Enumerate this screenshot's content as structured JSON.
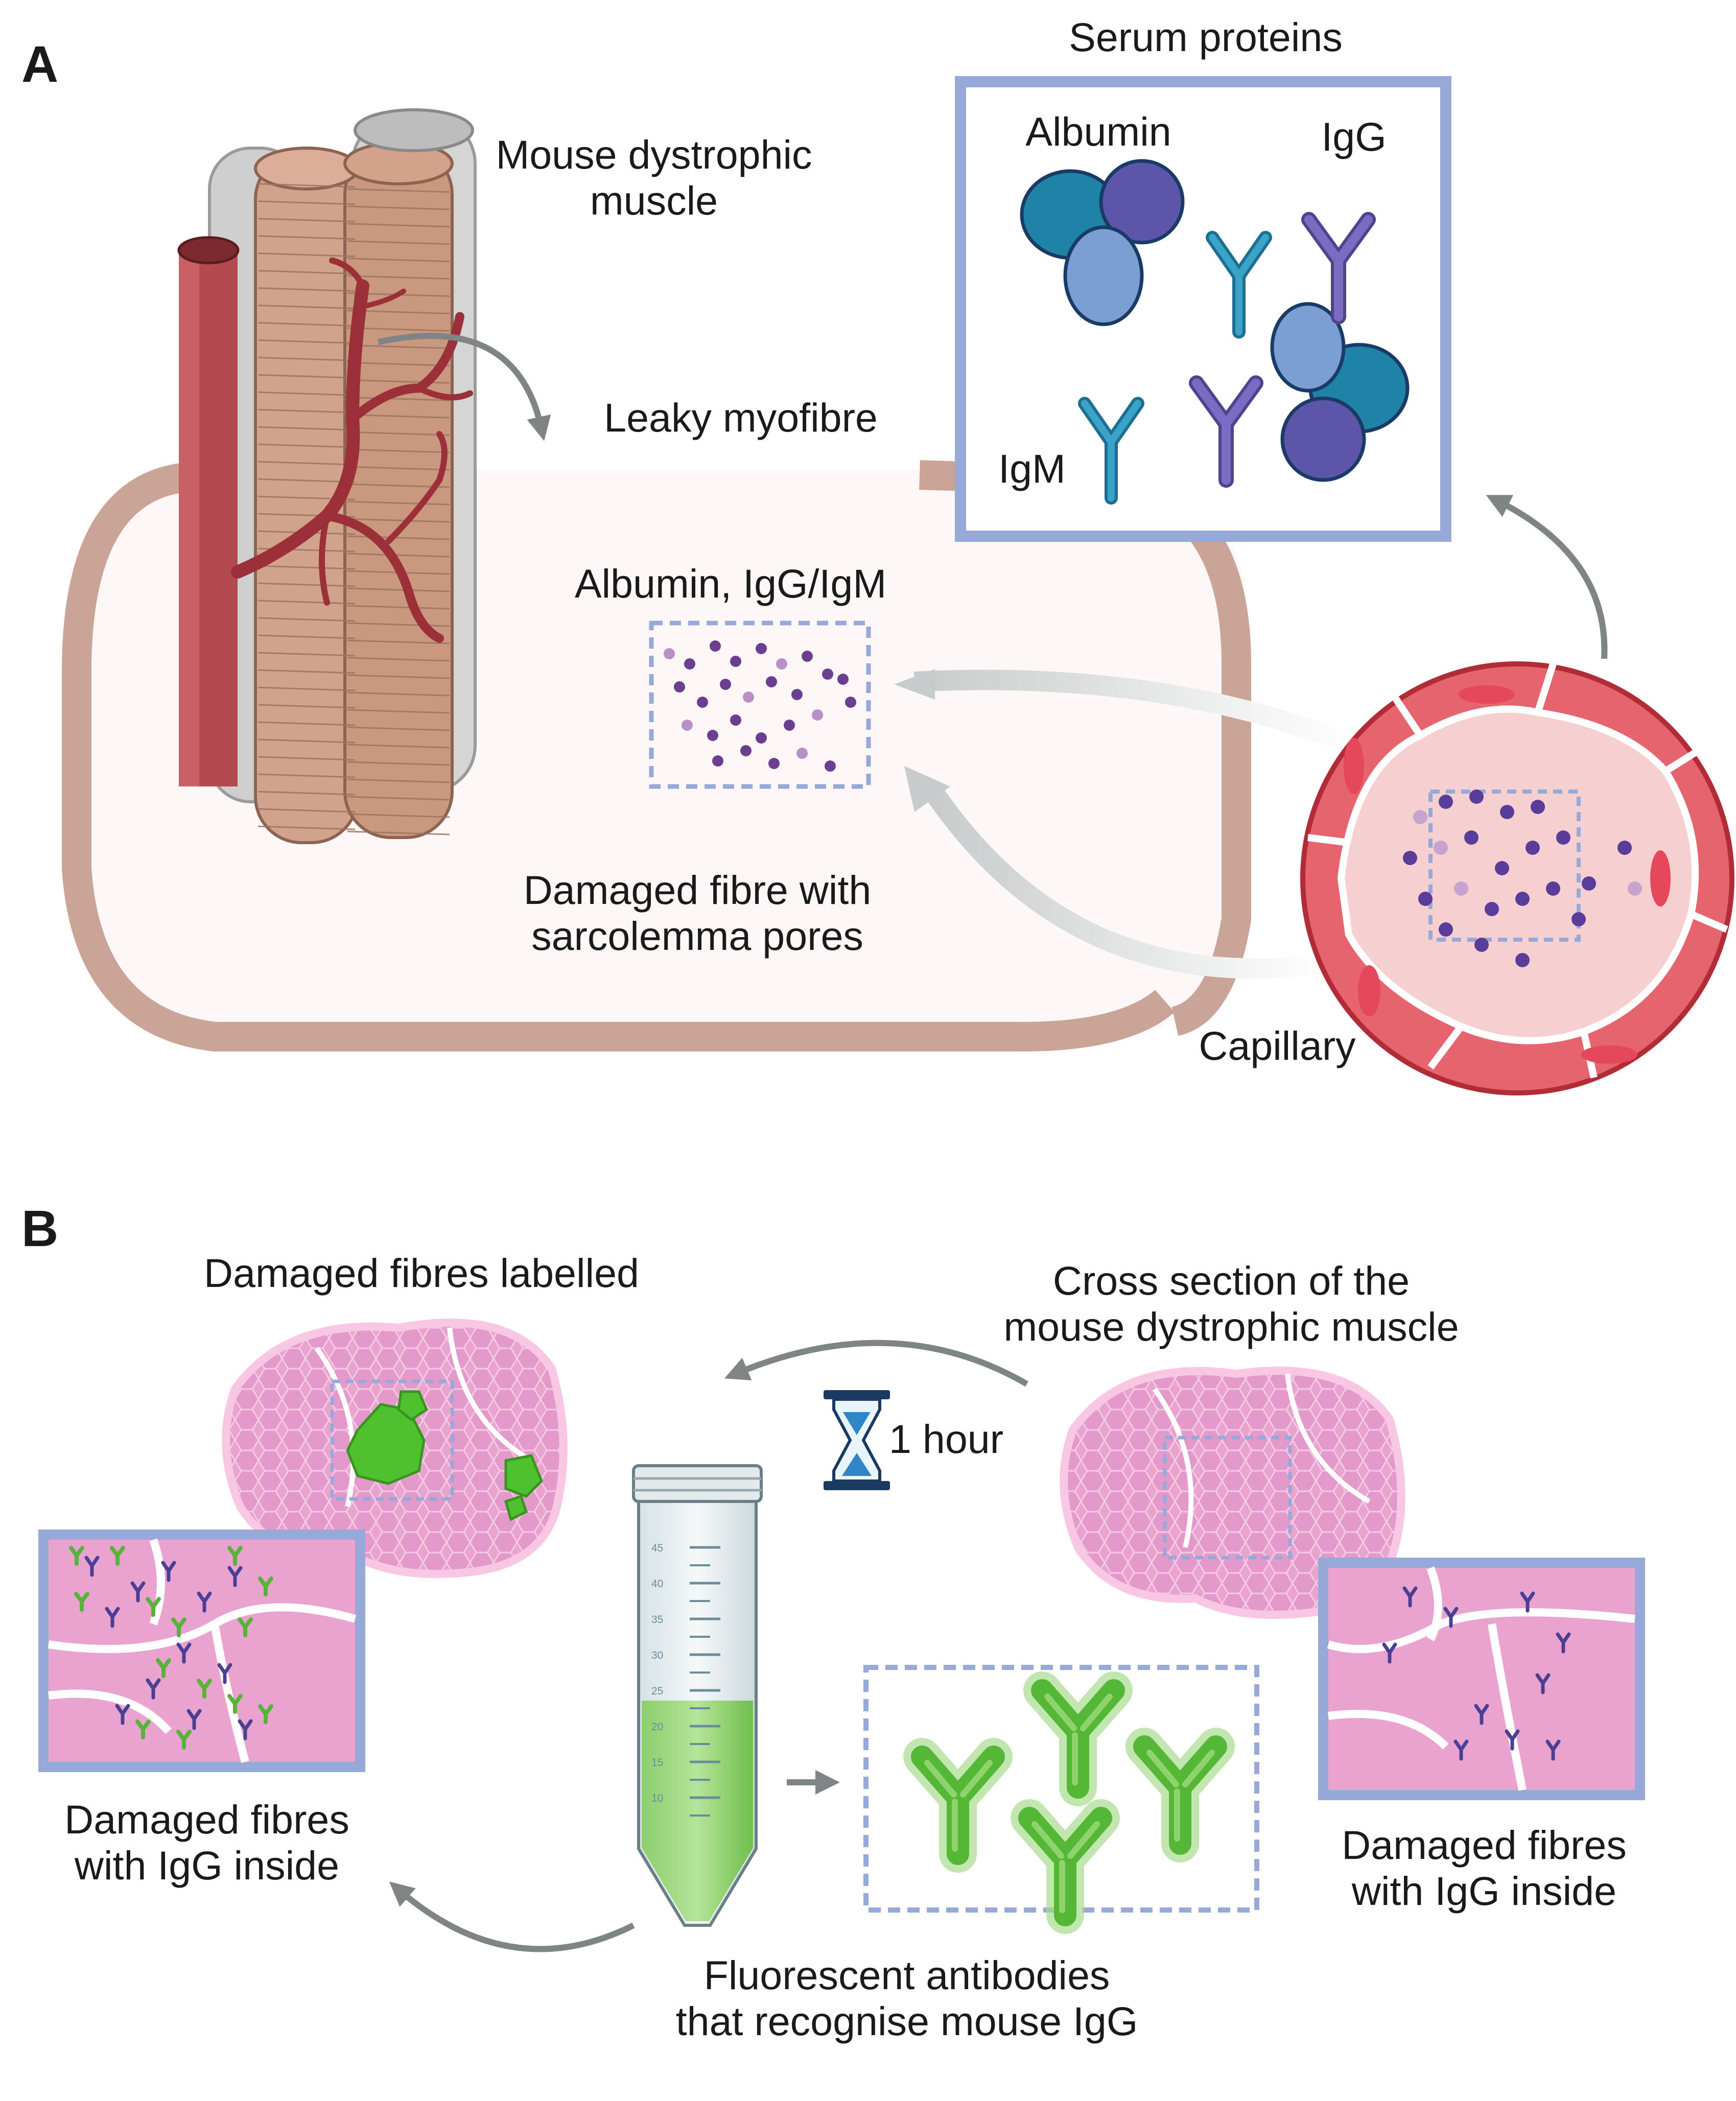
{
  "panel_a": {
    "letter": "A",
    "muscle_label": [
      "Mouse dystrophic",
      "muscle"
    ],
    "leaky_label": "Leaky myofibre",
    "serum_title": "Serum proteins",
    "albumin_label": "Albumin",
    "igg_label": "IgG",
    "igm_label": "IgM",
    "proteins_label": "Albumin, IgG/IgM",
    "damaged_label": [
      "Damaged fibre with",
      "sarcolemma pores"
    ],
    "capillary_label": "Capillary"
  },
  "panel_b": {
    "letter": "B",
    "labelled_title": "Damaged fibres labelled",
    "cross_section_title": [
      "Cross section of the",
      "mouse dystrophic muscle"
    ],
    "time_label": "1 hour",
    "left_caption": [
      "Damaged fibres",
      "with IgG inside"
    ],
    "right_caption": [
      "Damaged fibres",
      "with IgG inside"
    ],
    "antibody_caption": [
      "Fluorescent antibodies",
      "that recognise mouse IgG"
    ],
    "tube_ticks": [
      "45",
      "40",
      "35",
      "30",
      "25",
      "20",
      "15",
      "10"
    ]
  },
  "colors": {
    "frame_blue": "#97a9d8",
    "fibre_brown": "#c9a497",
    "capillary_red": "#e5646e",
    "igg_purple": "#6c5fa7",
    "igm_teal": "#2f8fb3",
    "fluor_green": "#5cbd3f",
    "tissue_pink": "#e59ac9"
  }
}
